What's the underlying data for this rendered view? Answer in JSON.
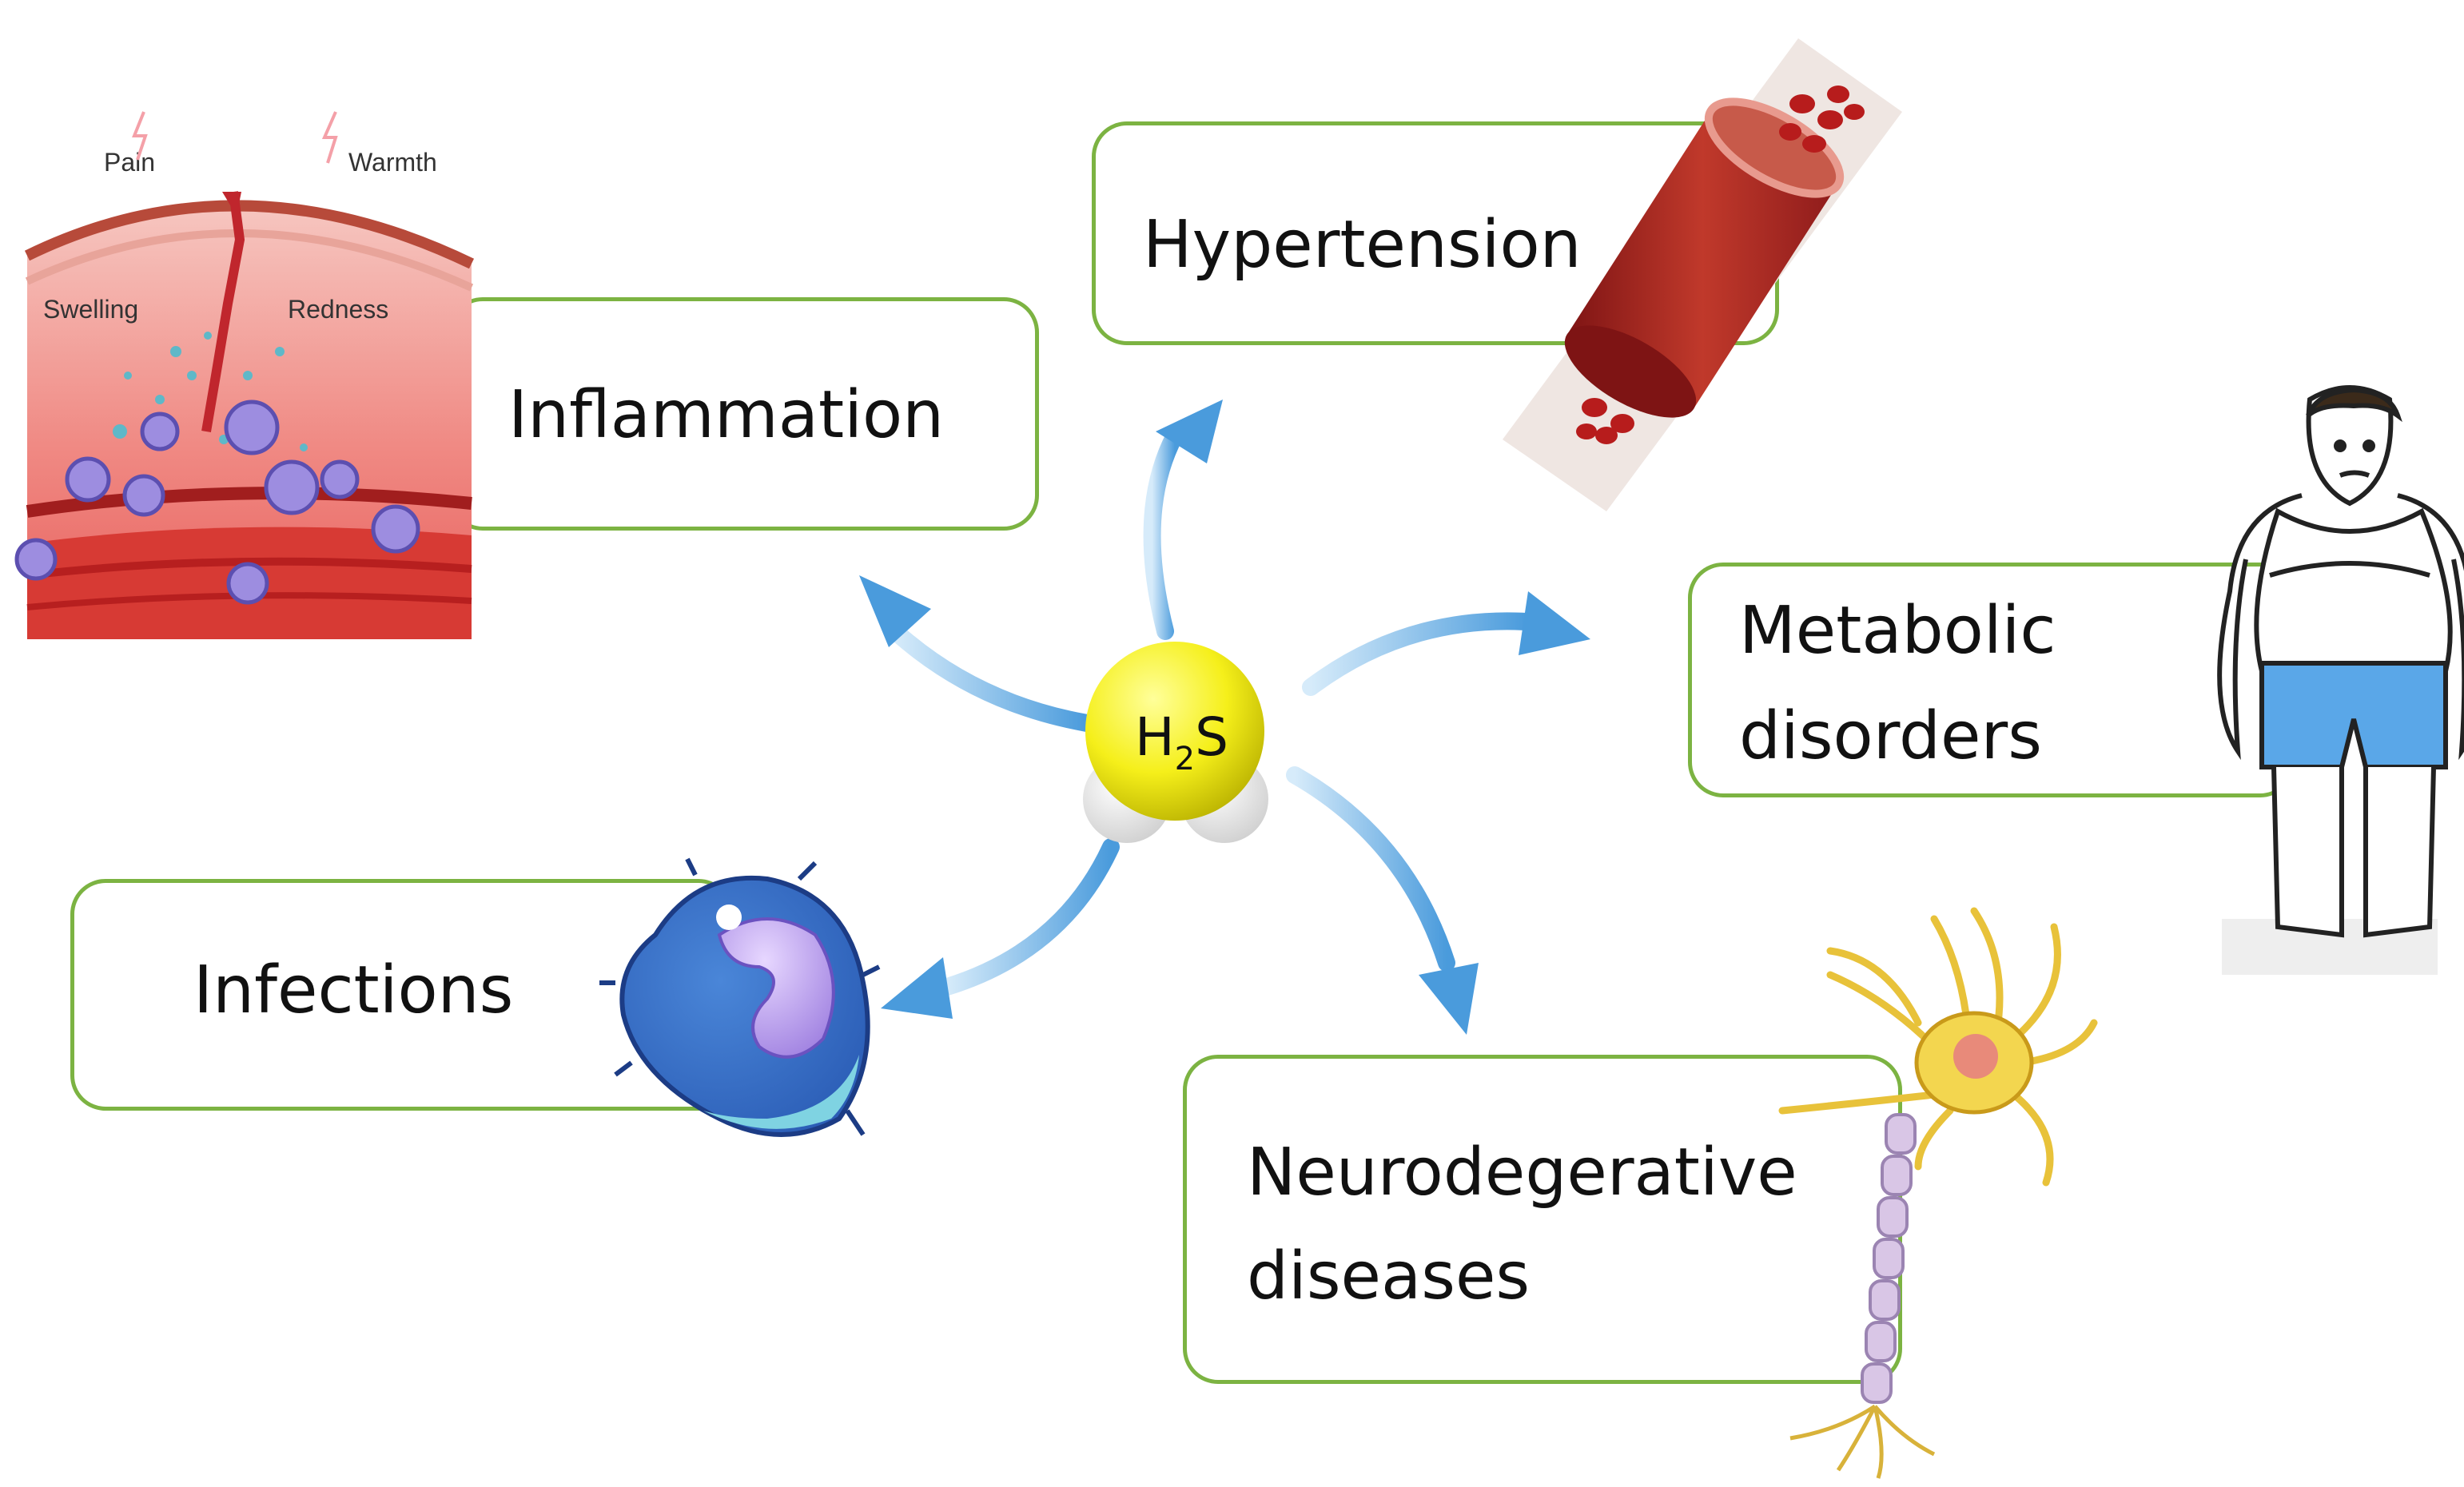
{
  "center": {
    "formula_main": "H",
    "formula_sub": "2",
    "formula_tail": "S"
  },
  "nodes": {
    "inflammation": {
      "label": "Inflammation"
    },
    "hypertension": {
      "label": "Hypertension"
    },
    "metabolic": {
      "line1": "Metabolic",
      "line2": "disorders"
    },
    "infections": {
      "label": "Infections"
    },
    "neuro": {
      "line1": "Neurodegerative",
      "line2": "diseases"
    }
  },
  "inflammation_illustration": {
    "pain": "Pain",
    "warmth": "Warmth",
    "swelling": "Swelling",
    "redness": "Redness"
  },
  "colors": {
    "box_border": "#7cb342",
    "arrow": "#5aa7e0",
    "sulfur": "#f5ef1a",
    "hydrogen": "#f2f2f2"
  },
  "icons": [
    "inflamed-tissue-icon",
    "blood-vessel-icon",
    "obese-man-icon",
    "immune-cell-icon",
    "neuron-icon"
  ]
}
